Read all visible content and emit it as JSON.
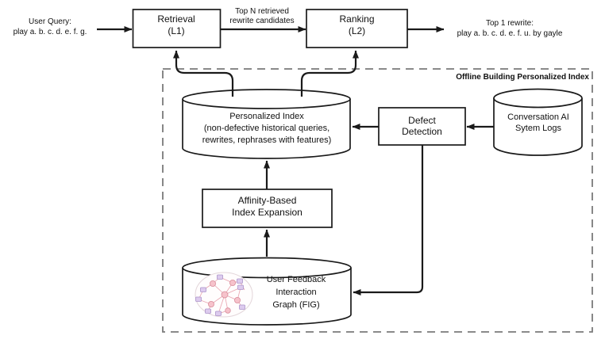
{
  "diagram_title": "Offline Building Personalized Index",
  "nodes": {
    "user_query": {
      "lines": [
        "User Query:",
        "play a. b. c. d. e. f. g."
      ]
    },
    "retrieval": {
      "lines": [
        "Retrieval",
        "(L1)"
      ]
    },
    "top_n_label": {
      "lines": [
        "Top N retrieved",
        "rewrite candidates"
      ]
    },
    "ranking": {
      "lines": [
        "Ranking",
        "(L2)"
      ]
    },
    "top_1_output": {
      "lines": [
        "Top 1 rewrite:",
        "play a. b. c. d. e. f. u. by gayle"
      ]
    },
    "personalized_index": {
      "lines": [
        "Personalized Index",
        "(non-defective historical queries,",
        "rewrites, rephrases with features)"
      ]
    },
    "defect_detection": {
      "lines": [
        "Defect",
        "Detection"
      ]
    },
    "conversation_logs": {
      "lines": [
        "Conversation AI",
        "Sytem Logs"
      ]
    },
    "affinity_expansion": {
      "lines": [
        "Affinity-Based",
        "Index Expansion"
      ]
    },
    "feedback_graph": {
      "lines": [
        "User Feedback",
        "Interaction",
        "Graph (FIG)"
      ]
    }
  },
  "edges": [
    {
      "from": "user_query",
      "to": "retrieval"
    },
    {
      "from": "retrieval",
      "to": "ranking",
      "label": "Top N retrieved rewrite candidates"
    },
    {
      "from": "ranking",
      "to": "top_1_output"
    },
    {
      "from": "personalized_index",
      "to": "retrieval"
    },
    {
      "from": "personalized_index",
      "to": "ranking"
    },
    {
      "from": "conversation_logs",
      "to": "defect_detection"
    },
    {
      "from": "defect_detection",
      "to": "personalized_index"
    },
    {
      "from": "defect_detection",
      "to": "feedback_graph"
    },
    {
      "from": "feedback_graph",
      "to": "affinity_expansion"
    },
    {
      "from": "affinity_expansion",
      "to": "personalized_index"
    }
  ],
  "colors": {
    "line": "#1a1a1a",
    "dashed_border": "#7a7a7a",
    "background": "#ffffff",
    "graph_node_circle": "#f6c2cb",
    "graph_node_circle_stroke": "#d98e9c",
    "graph_node_square": "#ddcbee",
    "graph_node_square_stroke": "#ab93c9",
    "graph_edge": "#e8a3af",
    "graph_ellipse_stroke": "#e3d6da"
  }
}
